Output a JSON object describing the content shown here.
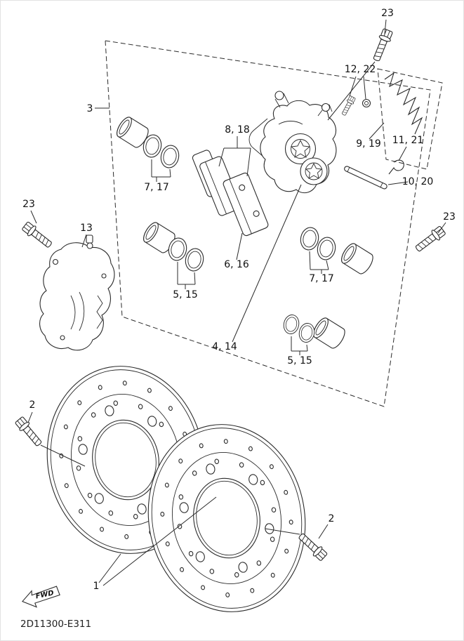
{
  "page": {
    "background": "#ffffff",
    "line_color": "#2b2b2b",
    "text_color": "#111111"
  },
  "diagram": {
    "part_number": "2D11300-E311",
    "fwd_label": "FWD",
    "callouts": [
      {
        "label": "23"
      },
      {
        "label": "12, 22"
      },
      {
        "label": "3"
      },
      {
        "label": "8, 18"
      },
      {
        "label": "9, 19"
      },
      {
        "label": "11, 21"
      },
      {
        "label": "7, 17"
      },
      {
        "label": "10, 20"
      },
      {
        "label": "23"
      },
      {
        "label": "13"
      },
      {
        "label": "23"
      },
      {
        "label": "6, 16"
      },
      {
        "label": "7, 17"
      },
      {
        "label": "5, 15"
      },
      {
        "label": "4, 14"
      },
      {
        "label": "5, 15"
      },
      {
        "label": "2"
      },
      {
        "label": "2"
      },
      {
        "label": "1"
      }
    ]
  }
}
